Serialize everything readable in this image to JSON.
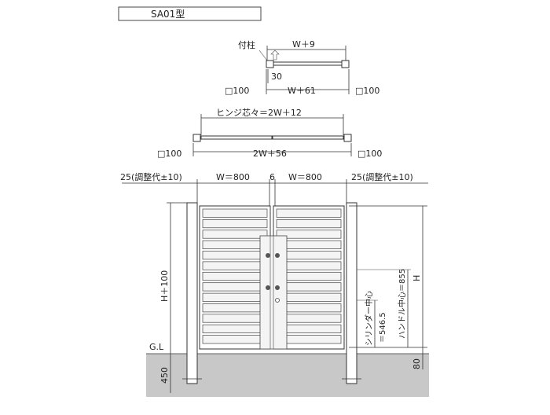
{
  "title": "SA01型",
  "plan_single": {
    "post_label": "付柱",
    "top_dim": "W＋9",
    "offset_dim": "30",
    "post_size_left": "□100",
    "span_dim": "W＋61",
    "post_size_right": "□100"
  },
  "plan_double": {
    "hinge_dim": "ヒンジ芯々＝2W＋12",
    "post_size_left": "□100",
    "span_dim": "2W＋56",
    "post_size_right": "□100"
  },
  "elevation": {
    "left_adjust": "25(調整代±10)",
    "left_width": "W＝800",
    "gap": "6",
    "right_width": "W＝800",
    "right_adjust": "25(調整代±10)",
    "post_height": "H＋100",
    "gate_height": "H",
    "handle_center": "ハンドル中心＝855",
    "cylinder_center": "シリンダー中心",
    "cylinder_value": "＝546.5",
    "ground_label": "G.L",
    "embed_depth": "450",
    "ground_clearance": "80"
  }
}
